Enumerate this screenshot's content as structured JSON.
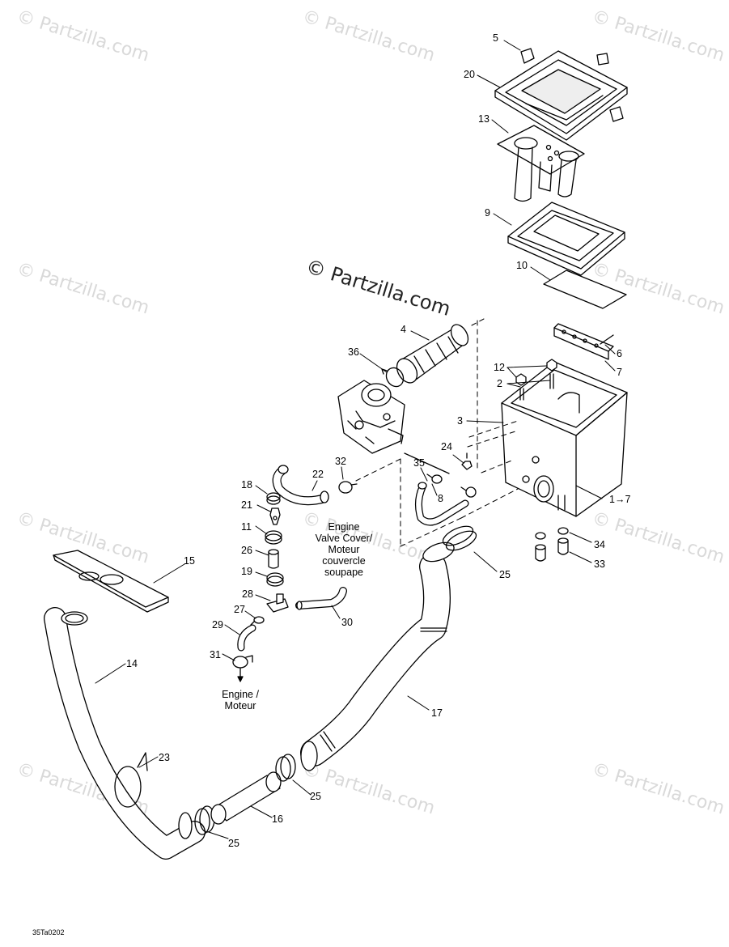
{
  "watermark": "© Partzilla.com",
  "callouts": {
    "c5": "5",
    "c20": "20",
    "c13": "13",
    "c9": "9",
    "c10": "10",
    "c4": "4",
    "c36": "36",
    "c6": "6",
    "c7": "7",
    "c12": "12",
    "c2": "2",
    "c3": "3",
    "c24": "24",
    "c35": "35",
    "c8": "8",
    "c1to7": "1→7",
    "c32": "32",
    "c22": "22",
    "c18": "18",
    "c21": "21",
    "c11": "11",
    "c26": "26",
    "c19": "19",
    "c28": "28",
    "c27": "27",
    "c29": "29",
    "c30": "30",
    "c31": "31",
    "c15": "15",
    "c14": "14",
    "c23": "23",
    "c25a": "25",
    "c25b": "25",
    "c25c": "25",
    "c16": "16",
    "c17": "17",
    "c34": "34",
    "c33": "33"
  },
  "notes": {
    "valve_cover": [
      "Engine",
      "Valve Cover/",
      "Moteur",
      "couvercle",
      "soupape"
    ],
    "engine": [
      "Engine /",
      "Moteur"
    ]
  },
  "diagram_code": "35Ta0202"
}
